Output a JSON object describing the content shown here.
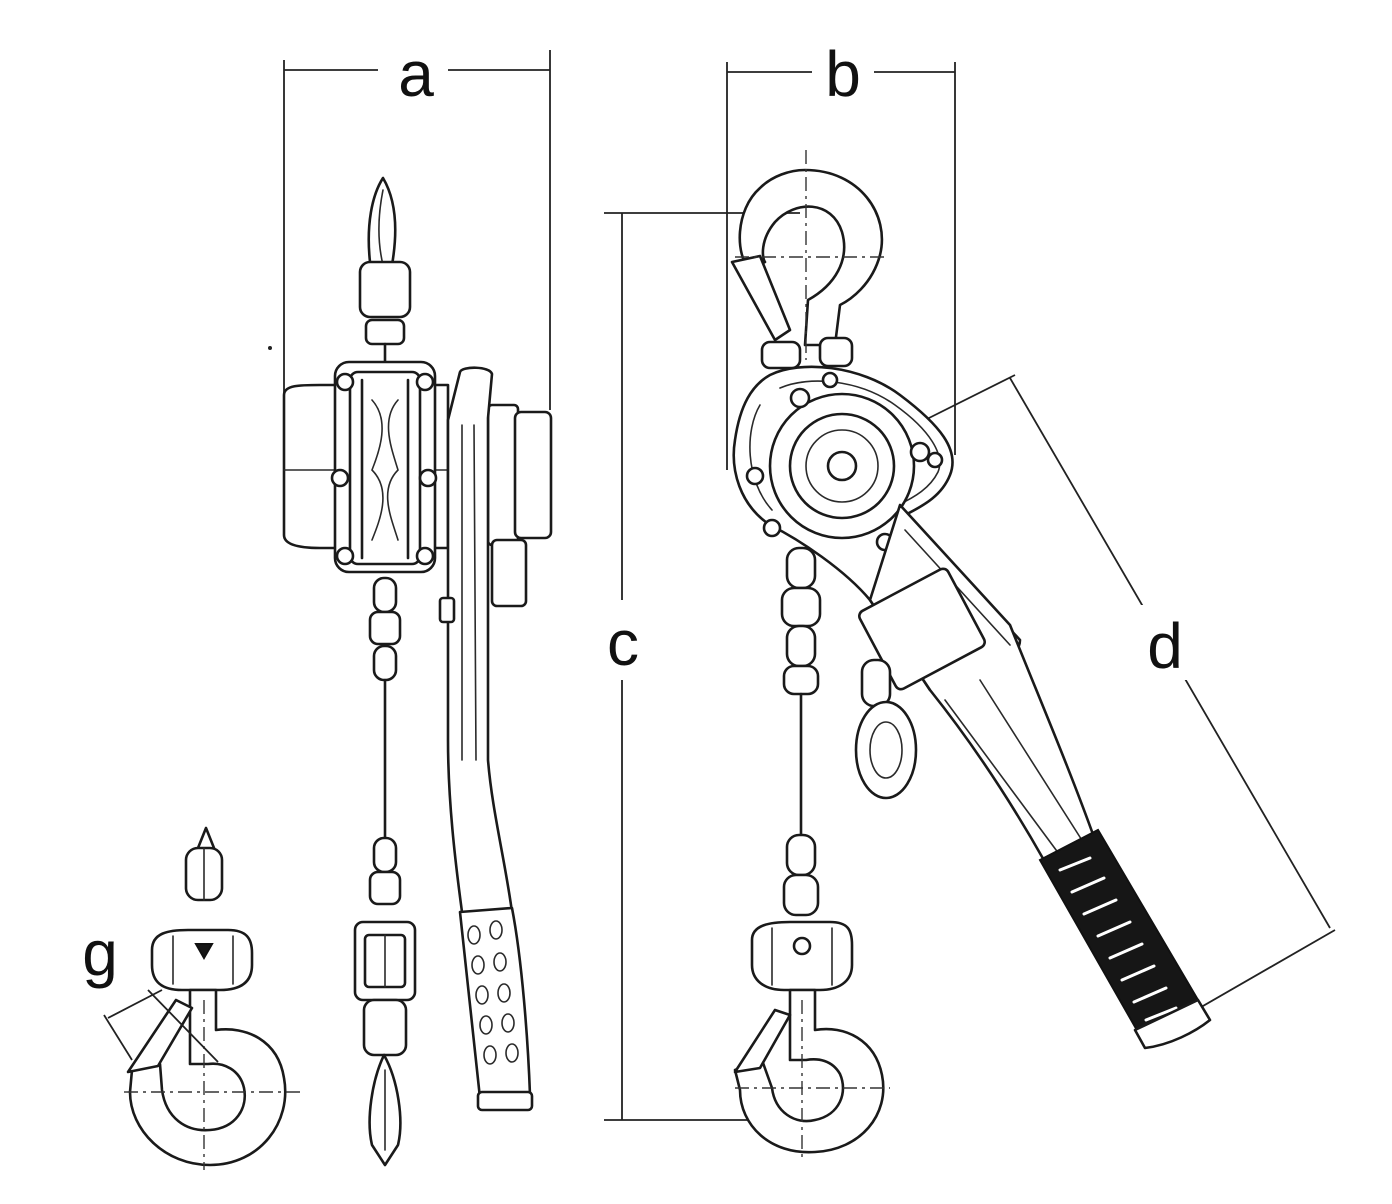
{
  "labels": {
    "a": "a",
    "b": "b",
    "c": "c",
    "d": "d",
    "g": "g"
  }
}
